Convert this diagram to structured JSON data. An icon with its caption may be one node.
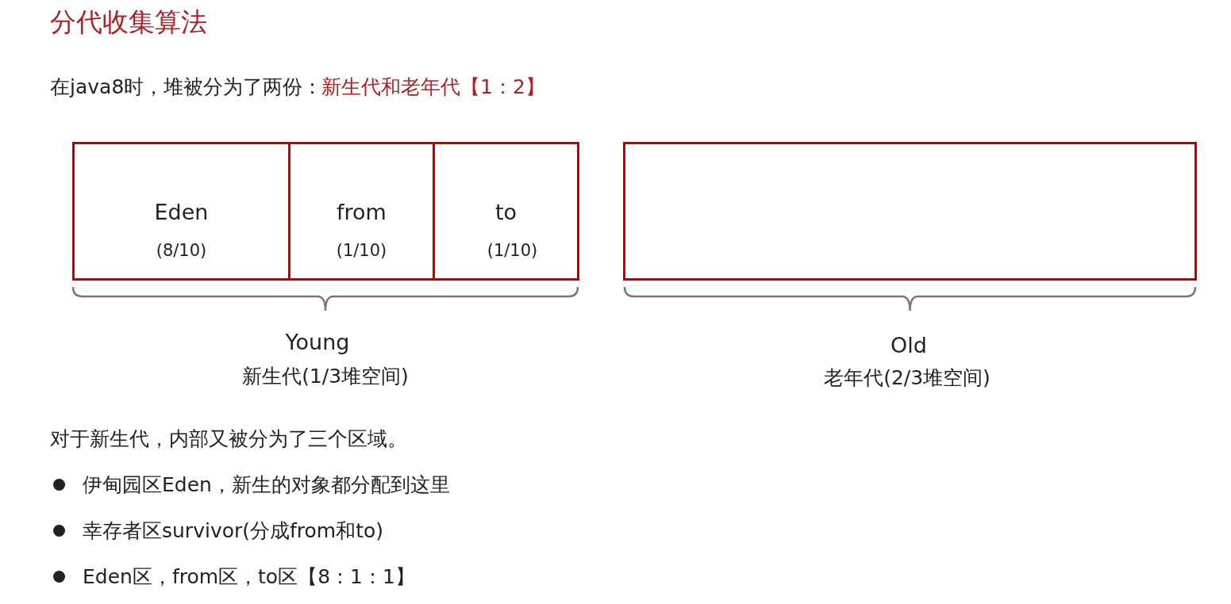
{
  "diagram": {
    "title": "分代收集算法",
    "nodes": [
      {
        "text": [
          "Eden",
          "(8/10)"
        ]
      },
      {
        "text": [
          "from",
          "(1/10)"
        ]
      },
      {
        "text": [
          "to",
          "(1/10)"
        ]
      },
      {
        "text": [],
        "shape": "box"
      }
    ],
    "edges": [],
    "labels": [
      "在java8时，堆被分为了两份：",
      "新生代和老年代【1：2】",
      "Young",
      "新生代(1/3堆空间)",
      "Old",
      "老年代(2/3堆空间)",
      "对于新生代，内部又被分为了三个区域。",
      "伊甸园区Eden，新生的对象都分配到这里",
      "幸存者区survivor(分成from和to)",
      "Eden区，from区，to区【8：1：1】"
    ]
  }
}
